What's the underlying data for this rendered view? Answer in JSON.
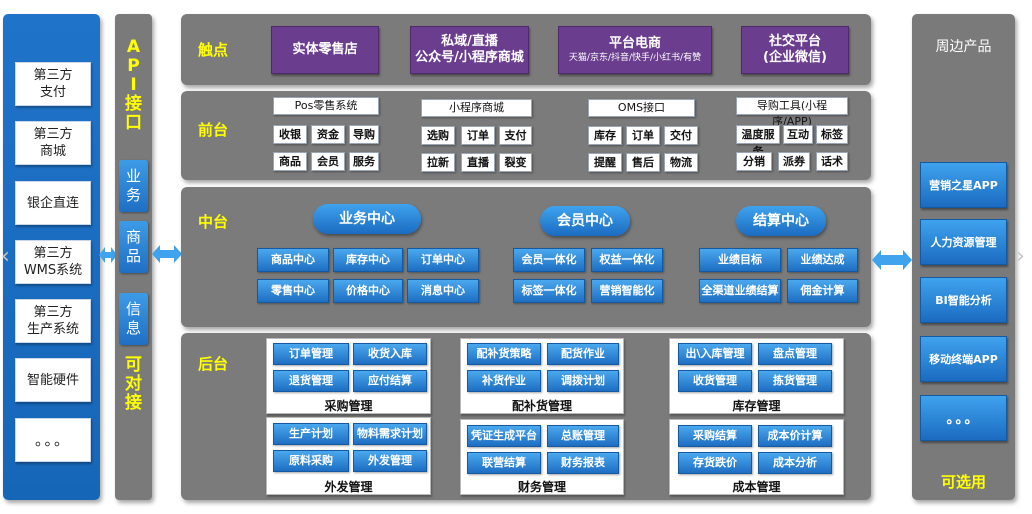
{
  "left": {
    "items": [
      "第三方\n支付",
      "第三方\n商城",
      "银企直连",
      "第三方\nWMS系统",
      "第三方\n生产系统",
      "智能硬件",
      "。。。"
    ]
  },
  "api": {
    "top_text": "A\nP\nI\n接\n口",
    "pills": [
      "业\n务",
      "商\n品",
      "信\n息"
    ],
    "bottom_text": "可\n对\n接"
  },
  "touch": {
    "title": "触点",
    "items": [
      {
        "line1": "实体零售店",
        "line2": ""
      },
      {
        "line1": "私域/直播",
        "line2": "公众号/小程序商城"
      },
      {
        "line1": "平台电商",
        "line2": "天猫/京东/抖音/快手/小红书/有赞"
      },
      {
        "line1": "社交平台",
        "line2": "(企业微信)"
      }
    ]
  },
  "front": {
    "title": "前台",
    "groups": [
      {
        "head": "Pos零售系统",
        "row1": [
          "收银",
          "资金",
          "导购"
        ],
        "row2": [
          "商品",
          "会员",
          "服务"
        ]
      },
      {
        "head": "小程序商城",
        "row1": [
          "选购",
          "订单",
          "支付"
        ],
        "row2": [
          "拉新",
          "直播",
          "裂变"
        ]
      },
      {
        "head": "OMS接口",
        "row1": [
          "库存",
          "订单",
          "交付"
        ],
        "row2": [
          "提醒",
          "售后",
          "物流"
        ]
      },
      {
        "head": "导购工具(小程序/APP)",
        "row1": [
          "温度服务",
          "互动",
          "标签"
        ],
        "row2": [
          "分销",
          "派券",
          "话术"
        ]
      }
    ]
  },
  "middle": {
    "title": "中台",
    "groups": [
      {
        "head": "业务中心",
        "row1": [
          "商品中心",
          "库存中心",
          "订单中心"
        ],
        "row2": [
          "零售中心",
          "价格中心",
          "消息中心"
        ]
      },
      {
        "head": "会员中心",
        "row1": [
          "会员一体化",
          "权益一体化"
        ],
        "row2": [
          "标签一体化",
          "营销智能化"
        ]
      },
      {
        "head": "结算中心",
        "row1": [
          "业绩目标",
          "业绩达成"
        ],
        "row2": [
          "全渠道业绩结算",
          "佣金计算"
        ]
      }
    ]
  },
  "back": {
    "title": "后台",
    "groups": [
      {
        "label": "采购管理",
        "row1": [
          "订单管理",
          "收货入库"
        ],
        "row2": [
          "退货管理",
          "应付结算"
        ]
      },
      {
        "label": "配补货管理",
        "row1": [
          "配补货策略",
          "配货作业"
        ],
        "row2": [
          "补货作业",
          "调拨计划"
        ]
      },
      {
        "label": "库存管理",
        "row1": [
          "出\\入库管理",
          "盘点管理"
        ],
        "row2": [
          "收货管理",
          "拣货管理"
        ]
      },
      {
        "label": "外发管理",
        "row1": [
          "生产计划",
          "物料需求计划"
        ],
        "row2": [
          "原料采购",
          "外发管理"
        ]
      },
      {
        "label": "财务管理",
        "row1": [
          "凭证生成平台",
          "总账管理"
        ],
        "row2": [
          "联营结算",
          "财务报表"
        ]
      },
      {
        "label": "成本管理",
        "row1": [
          "采购结算",
          "成本价计算"
        ],
        "row2": [
          "存货跌价",
          "成本分析"
        ]
      }
    ]
  },
  "right": {
    "title": "周边产品",
    "items": [
      "营销之星APP",
      "人力资源管理",
      "BI智能分析",
      "移动终端APP",
      "。。。"
    ],
    "footer": "可选用"
  },
  "colors": {
    "accent_yellow": "#ffff00",
    "blue": "#1e6ec2",
    "purple": "#6a3d8e",
    "gray_panel": "#7b7b7b"
  }
}
